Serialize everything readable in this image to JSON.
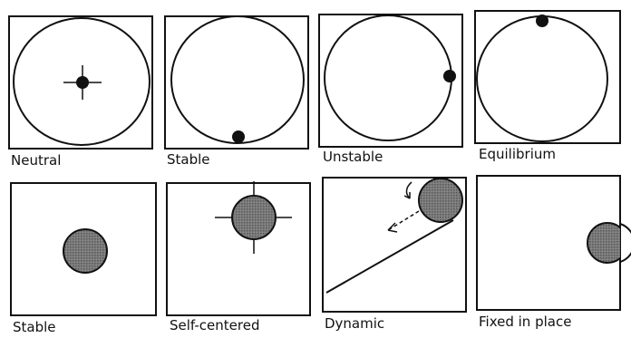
{
  "row1": [
    {
      "label": "Neutral"
    },
    {
      "label": "Stable"
    },
    {
      "label": "Unstable"
    },
    {
      "label": "Equilibrium"
    }
  ],
  "row2": [
    {
      "label": "Stable"
    },
    {
      "label": "Self-centered"
    },
    {
      "label": "Dynamic"
    },
    {
      "label": "Fixed in place"
    }
  ],
  "colors": {
    "ink": "#111111",
    "ball_fill": "#9a9a9a",
    "background": "#ffffff"
  }
}
